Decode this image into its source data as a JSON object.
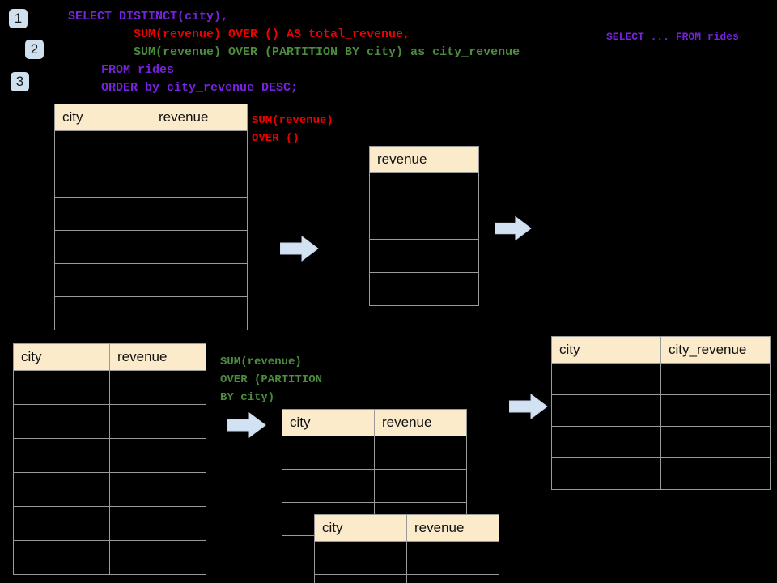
{
  "diagram": {
    "title": "SQL window function flow",
    "background_color": "#000000",
    "badges": [
      {
        "id": "1",
        "label": "1"
      },
      {
        "id": "2",
        "label": "2"
      },
      {
        "id": "3",
        "label": "3"
      }
    ],
    "query": {
      "lines": [
        {
          "text": "SELECT DISTINCT(city),",
          "color": "#7722DD"
        },
        {
          "text": "    SUM(revenue) OVER () AS total_revenue,",
          "color": "#EE0000"
        },
        {
          "text": "    SUM(revenue) OVER (PARTITION BY city) as city_revenue",
          "color": "#4C8C3F"
        },
        {
          "text": "  FROM rides",
          "color": "#7722DD"
        },
        {
          "text": "  ORDER by city_revenue DESC;",
          "color": "#7722DD"
        }
      ],
      "side_note": "SELECT ... FROM rides",
      "side_note_color": "#7722DD"
    },
    "annotations": [
      {
        "id": "total-revenue",
        "text": "SUM(revenue)\nOVER ()",
        "color": "#EE0000"
      },
      {
        "id": "city-revenue",
        "text": "SUM(revenue)\nOVER (PARTITION\nBY city)",
        "color": "#4C8C3F"
      }
    ],
    "tables": [
      {
        "id": "table-a",
        "headers": [
          "city",
          "revenue"
        ],
        "row_count": 6,
        "rows": []
      },
      {
        "id": "table-b",
        "headers": [
          "revenue"
        ],
        "row_count": 4,
        "rows": []
      },
      {
        "id": "table-c",
        "headers": [
          "city",
          "revenue"
        ],
        "row_count": 6,
        "rows": []
      },
      {
        "id": "table-d",
        "headers": [
          "city",
          "revenue"
        ],
        "row_count": 3,
        "rows": []
      },
      {
        "id": "table-e",
        "headers": [
          "city",
          "revenue"
        ],
        "row_count": 2,
        "rows": []
      },
      {
        "id": "table-f",
        "headers": [
          "city",
          "city_revenue"
        ],
        "row_count": 4,
        "rows": []
      }
    ],
    "arrows": [
      {
        "id": "arrow-1",
        "direction": "right"
      },
      {
        "id": "arrow-2",
        "direction": "right"
      },
      {
        "id": "arrow-3",
        "direction": "right"
      },
      {
        "id": "arrow-4",
        "direction": "right"
      }
    ],
    "colors": {
      "header_fill": "#FBEBCB",
      "cell_fill": "#000000",
      "grid_line": "#9A9A9A",
      "badge_fill": "#CFE0EF",
      "arrow_fill": "#D3E2F2",
      "arrow_stroke": "#B9CFE6",
      "purple": "#7722DD",
      "red": "#EE0000",
      "green": "#4C8C3F"
    }
  }
}
